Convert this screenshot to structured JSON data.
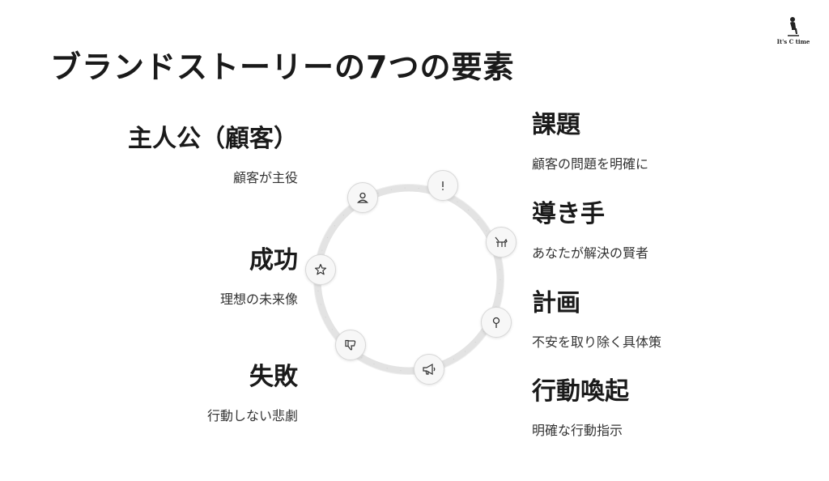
{
  "title": "ブランドストーリーの7つの要素",
  "logo": {
    "text": "It's C time",
    "icon": "seated-figure-logo-icon"
  },
  "left_items": [
    {
      "heading": "主人公（顧客）",
      "desc": "顧客が主役"
    },
    {
      "heading": "成功",
      "desc": "理想の未来像"
    },
    {
      "heading": "失敗",
      "desc": "行動しない悲劇"
    }
  ],
  "right_items": [
    {
      "heading": "課題",
      "desc": "顧客の問題を明確に"
    },
    {
      "heading": "導き手",
      "desc": "あなたが解決の賢者"
    },
    {
      "heading": "計画",
      "desc": "不安を取り除く具体策"
    },
    {
      "heading": "行動喚起",
      "desc": "明確な行動指示"
    }
  ],
  "ring_nodes": [
    {
      "name": "person-icon"
    },
    {
      "name": "exclamation-icon"
    },
    {
      "name": "guide-dog-icon"
    },
    {
      "name": "map-pin-icon"
    },
    {
      "name": "megaphone-icon"
    },
    {
      "name": "thumbs-down-icon"
    },
    {
      "name": "star-icon"
    }
  ],
  "colors": {
    "text": "#1a1a1a",
    "ring": "#e6e6e6",
    "node_bg": "#f7f7f7"
  }
}
